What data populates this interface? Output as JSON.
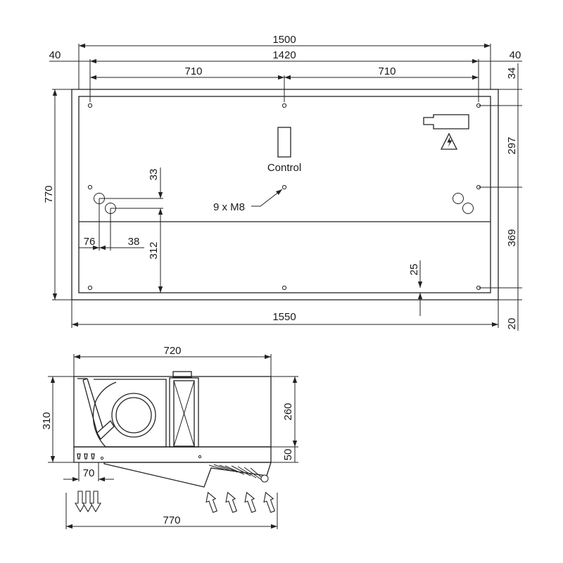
{
  "top_view": {
    "dims": {
      "overall_1500": "1500",
      "inner_1420": "1420",
      "left_40": "40",
      "right_40": "40",
      "half_left_710": "710",
      "half_right_710": "710",
      "height_770": "770",
      "right_34": "34",
      "right_297": "297",
      "right_369": "369",
      "right_20": "20",
      "bottom_1550": "1550",
      "v_33": "33",
      "v_312": "312",
      "h_76": "76",
      "h_38": "38",
      "v_25": "25"
    },
    "labels": {
      "control": "Control",
      "bolts": "9 x M8"
    }
  },
  "side_view": {
    "dims": {
      "width_720": "720",
      "height_310": "310",
      "height_260": "260",
      "height_50": "50",
      "offset_70": "70",
      "overall_770": "770"
    }
  },
  "icons": {
    "warning": "electrical-warning-icon",
    "airflow_out": "down-arrow-icon",
    "airflow_in": "up-right-arrow-icon"
  }
}
